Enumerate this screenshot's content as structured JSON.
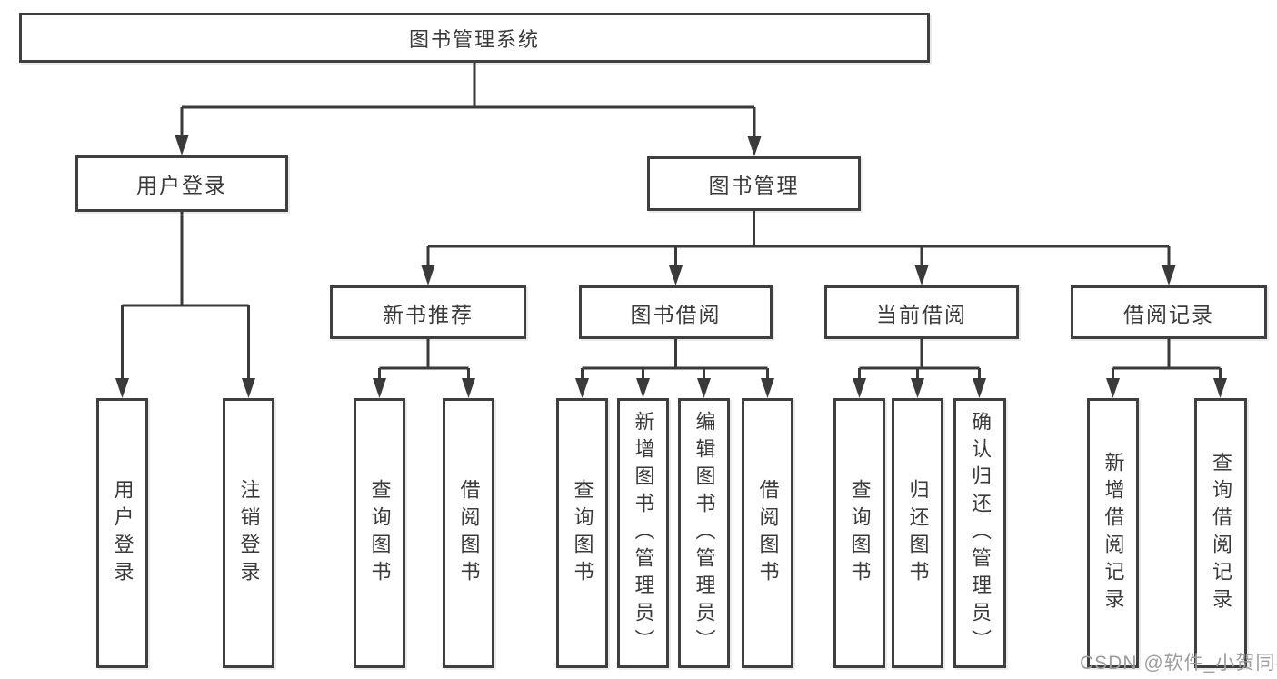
{
  "diagram": {
    "type": "hierarchy-tree",
    "orientation": "top-down",
    "tree": {
      "label": "图书管理系统",
      "children": [
        {
          "label": "用户登录",
          "children": [
            {
              "label": "用户登录"
            },
            {
              "label": "注销登录"
            }
          ]
        },
        {
          "label": "图书管理",
          "children": [
            {
              "label": "新书推荐",
              "children": [
                {
                  "label": "查询图书"
                },
                {
                  "label": "借阅图书"
                }
              ]
            },
            {
              "label": "图书借阅",
              "children": [
                {
                  "label": "查询图书"
                },
                {
                  "label": "新增图书（管理员）"
                },
                {
                  "label": "编辑图书（管理员）"
                },
                {
                  "label": "借阅图书"
                }
              ]
            },
            {
              "label": "当前借阅",
              "children": [
                {
                  "label": "查询图书"
                },
                {
                  "label": "归还图书"
                },
                {
                  "label": "确认归还（管理员）"
                }
              ]
            },
            {
              "label": "借阅记录",
              "children": [
                {
                  "label": "新增借阅记录"
                },
                {
                  "label": "查询借阅记录"
                }
              ]
            }
          ]
        }
      ]
    },
    "colors": {
      "line": "#3a3a3a",
      "box_border": "#3f3f3f",
      "box_fill": "#ffffff",
      "text": "#3a3a3a",
      "background": "#ffffff",
      "watermark": "#9e9e9e"
    }
  },
  "watermark": {
    "text": "CSDN @软件_小贺同学"
  }
}
